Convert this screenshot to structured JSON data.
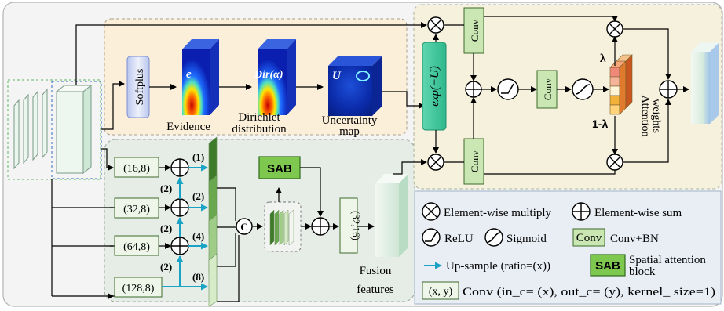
{
  "upper": {
    "softplus": "Softplus",
    "cube_e": "e",
    "cube_dir": "Dir(α)",
    "cube_u": "U",
    "evidence": "Evidence",
    "dirichlet_1": "Dirichlet",
    "dirichlet_2": "distribution",
    "uncertainty_1": "Uncertainty",
    "uncertainty_2": "map"
  },
  "attention": {
    "exp": "exp(−U)",
    "conv": "Conv",
    "lambda": "λ",
    "one_minus_lambda": "1-λ",
    "weights_1": "Attention",
    "weights_2": "weights"
  },
  "fusion": {
    "convs": [
      "(16,8)",
      "(32,8)",
      "(64,8)",
      "(128,8)"
    ],
    "ratio_1": "(1)",
    "ratio_2": "(2)",
    "ratio_4": "(4)",
    "ratio_8": "(8)",
    "concat": "C",
    "sab": "SAB",
    "conv_out": "(32,16)",
    "features_1": "Fusion",
    "features_2": "features"
  },
  "legend": {
    "multiply": "Element-wise multiply",
    "sum": "Element-wise sum",
    "relu": "ReLU",
    "sigmoid": "Sigmoid",
    "conv_box": "Conv",
    "conv_bn": "Conv+BN",
    "upsample": "Up-sample (ratio=(x))",
    "sab_box": "SAB",
    "sab_desc_1": "Spatial attention",
    "sab_desc_2": "block",
    "xy_box": "(x, y)",
    "xy_desc": "Conv (in_c= (x), out_c= (y), kernel_ size=1)"
  },
  "colors": {
    "conv_fill": "#c9e6b3",
    "sab_fill": "#7ec850",
    "upsample_arrow": "#1aa3c4",
    "panel_upper": "#fbefd9",
    "panel_lower": "#e6ece6"
  }
}
